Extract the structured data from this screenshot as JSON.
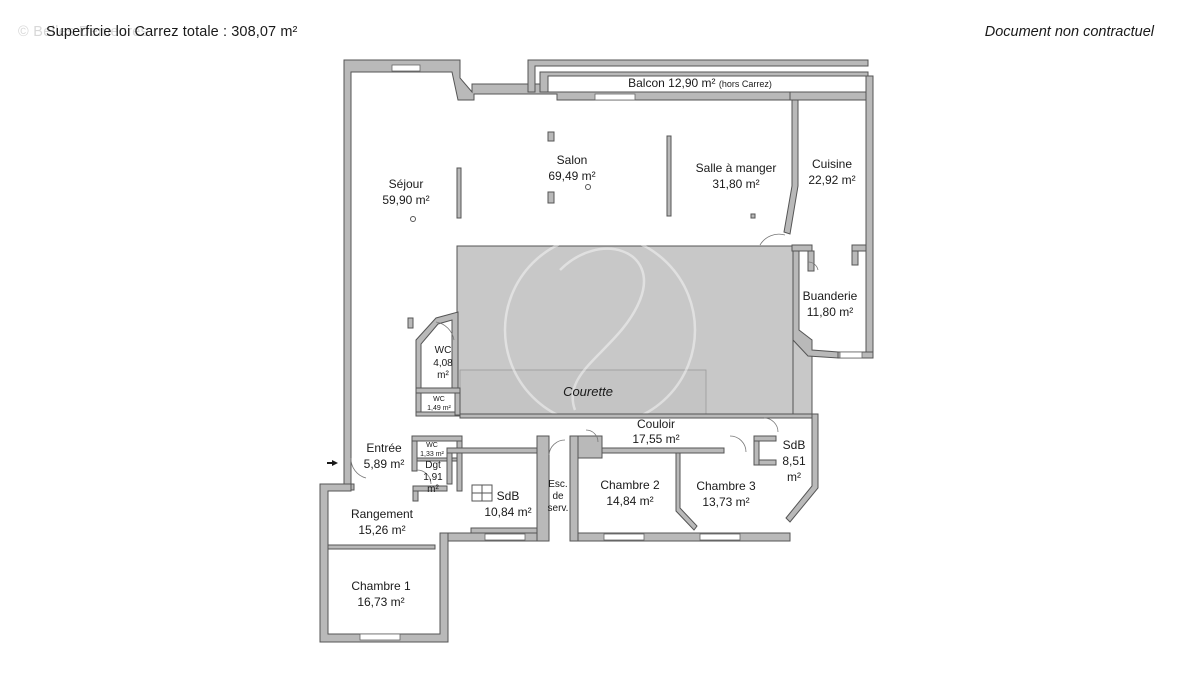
{
  "header": {
    "brand_watermark": "© Belles Demeures",
    "total_surface_label": "Superficie loi Carrez totale :",
    "total_surface_value": "308,07 m²",
    "disclaimer": "Document non contractuel"
  },
  "colors": {
    "wall_fill": "#b9b9b9",
    "wall_stroke": "#555555",
    "courtyard_fill": "#c8c8c8",
    "text": "#1a1a1a"
  },
  "rooms": {
    "balcon": {
      "name": "Balcon 12,90 m²",
      "note": "(hors Carrez)"
    },
    "sejour": {
      "name": "Séjour",
      "area": "59,90 m²"
    },
    "salon": {
      "name": "Salon",
      "area": "69,49 m²"
    },
    "salle_a_manger": {
      "name": "Salle à manger",
      "area": "31,80 m²"
    },
    "cuisine": {
      "name": "Cuisine",
      "area": "22,92 m²"
    },
    "buanderie": {
      "name": "Buanderie",
      "area": "11,80 m²"
    },
    "courette": {
      "name": "Courette"
    },
    "wc1": {
      "name": "WC",
      "area_line1": "4,08",
      "area_line2": "m²"
    },
    "wc2": {
      "name": "WC",
      "area": "1,49 m²"
    },
    "wc3": {
      "name": "WC",
      "area": "1,33 m²"
    },
    "couloir": {
      "name": "Couloir",
      "area": "17,55 m²"
    },
    "entree": {
      "name": "Entrée",
      "area": "5,89 m²"
    },
    "dgt": {
      "name": "Dgt",
      "area_line1": "1,91",
      "area_line2": "m²"
    },
    "sdb1": {
      "name": "SdB",
      "area": "10,84 m²"
    },
    "esc": {
      "line1": "Esc.",
      "line2": "de",
      "line3": "serv."
    },
    "chambre2": {
      "name": "Chambre 2",
      "area": "14,84 m²"
    },
    "chambre3": {
      "name": "Chambre 3",
      "area": "13,73 m²"
    },
    "sdb2": {
      "name": "SdB",
      "area_line1": "8,51",
      "area_line2": "m²"
    },
    "rangement": {
      "name": "Rangement",
      "area": "15,26 m²"
    },
    "chambre1": {
      "name": "Chambre 1",
      "area": "16,73 m²"
    }
  }
}
